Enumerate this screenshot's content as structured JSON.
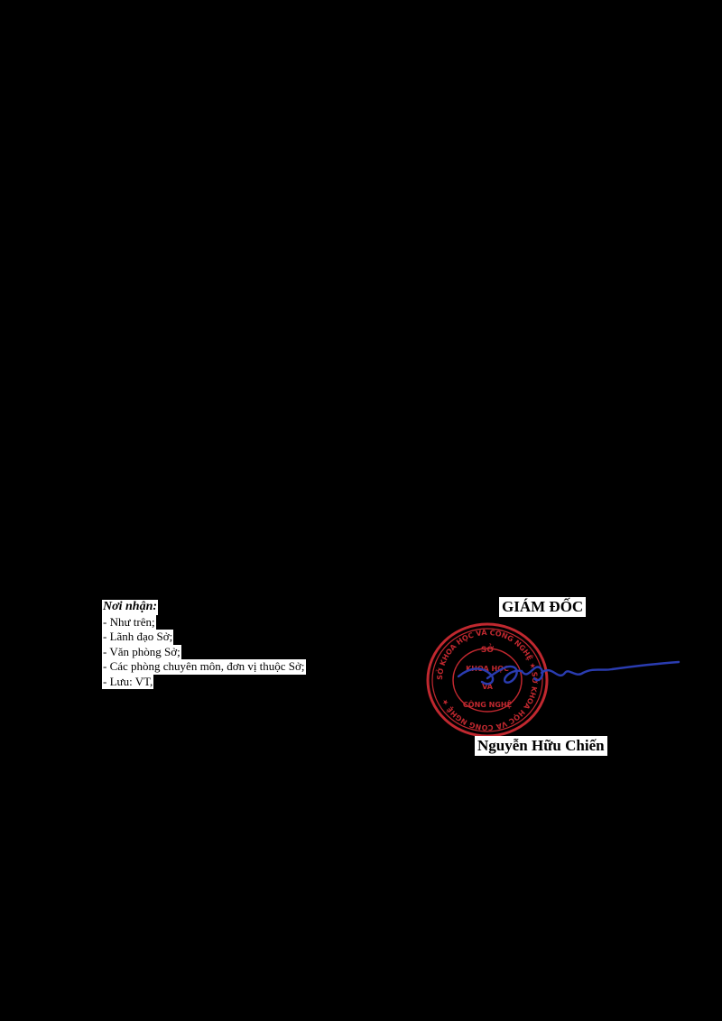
{
  "recipients": {
    "heading": "Nơi nhận:",
    "items": [
      "- Như trên;",
      "- Lãnh đạo Sở;",
      "- Văn phòng Sở;",
      "- Các phòng chuyên môn, đơn vị thuộc Sở;",
      "- Lưu: VT,"
    ]
  },
  "signature": {
    "title": "GIÁM ĐỐC",
    "name": "Nguyễn Hữu Chiến"
  },
  "seal": {
    "text_top": "SỞ KHOA HỌC VÀ CÔNG NGHỆ",
    "text_center": [
      "SỞ",
      "KHOA HỌC",
      "VÀ",
      "CÔNG NGHỆ"
    ],
    "color": "#c0282f"
  },
  "colors": {
    "background": "#000000",
    "ink_signature": "#2a3cb0"
  }
}
